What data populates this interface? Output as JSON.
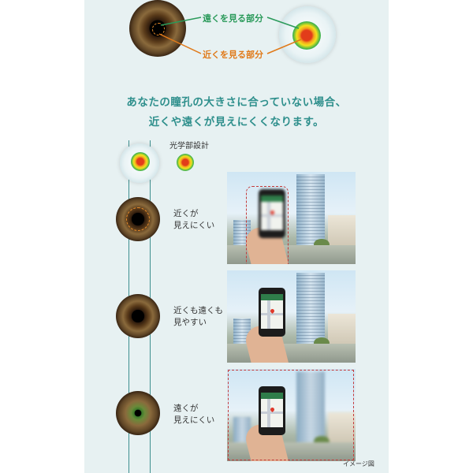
{
  "top_labels": {
    "far_part": "遠くを見る部分",
    "near_part": "近くを見る部分"
  },
  "headline": {
    "line1": "あなたの瞳孔の大きさに合っていない場合、",
    "line2": "近くや遠くが見えにくくなります。"
  },
  "optic_label": "光学部設計",
  "rows": [
    {
      "line1": "近くが",
      "line2": "見えにくい"
    },
    {
      "line1": "近くも遠くも",
      "line2": "見やすい"
    },
    {
      "line1": "遠くが",
      "line2": "見えにくい"
    }
  ],
  "footnote": "イメージ図",
  "colors": {
    "headline": "#2e8f8c",
    "far_label": "#2a9a5a",
    "near_label": "#e07a1a",
    "panel_bg": "#e7f1f2"
  }
}
